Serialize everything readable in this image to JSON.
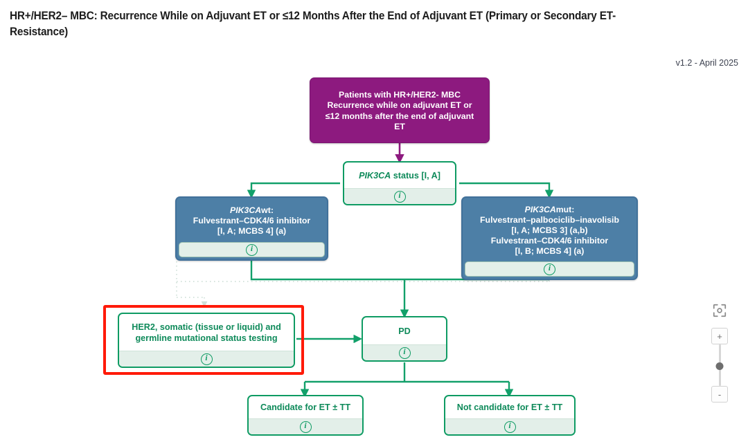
{
  "header": {
    "title": "HR+/HER2– MBC: Recurrence While on Adjuvant ET or ≤12 Months After the End of Adjuvant ET (Primary or Secondary ET-Resistance)",
    "version": "v1.2 - April 2025"
  },
  "colors": {
    "purple": "#8d1a7f",
    "blue": "#4d7fa6",
    "green": "#0e9b63",
    "green_text": "#0e8a5a",
    "selection_red": "#ff1a08",
    "edge_green": "#12a06a",
    "edge_purple": "#8d1a7f",
    "edge_dotted": "#c9ddd4"
  },
  "nodes": {
    "root": {
      "id": "patients-hr-her2-mbc",
      "type": "purple",
      "lines": [
        "Patients with HR+/HER2- MBC",
        "Recurrence while on adjuvant ET or",
        "≤12 months after the end of adjuvant",
        "ET"
      ],
      "has_info": false
    },
    "pik3ca_status": {
      "id": "pik3ca-status",
      "type": "green",
      "text_italic": "PIK3CA",
      "text_rest": " status [I, A]",
      "has_info": true,
      "info_label": "i"
    },
    "pik3ca_wt": {
      "id": "pik3ca-wt-treatment",
      "type": "blue",
      "italic_prefix": "PIK3CA",
      "lines": [
        "wt:",
        "Fulvestrant–CDK4/6 inhibitor",
        "[I, A; MCBS 4] (a)"
      ],
      "has_info": true,
      "info_label": "i"
    },
    "pik3ca_mut": {
      "id": "pik3ca-mut-treatment",
      "type": "blue",
      "italic_prefix": "PIK3CA",
      "lines": [
        "mut:",
        "Fulvestrant–palbociclib–inavolisib",
        "[I, A; MCBS 3] (a,b)",
        "Fulvestrant–CDK4/6 inhibitor",
        "[I, B; MCBS 4] (a)"
      ],
      "has_info": true,
      "info_label": "i"
    },
    "her2_testing": {
      "id": "her2-mutational-status-testing",
      "type": "green",
      "selected": true,
      "lines": [
        "HER2, somatic (tissue or liquid) and",
        "germline mutational status testing"
      ],
      "has_info": true,
      "info_label": "i"
    },
    "pd": {
      "id": "progressive-disease",
      "type": "green",
      "lines": [
        "PD"
      ],
      "has_info": true,
      "info_label": "i"
    },
    "candidate": {
      "id": "candidate-for-et-tt",
      "type": "green",
      "lines": [
        "Candidate for ET ± TT"
      ],
      "has_info": true,
      "info_label": "i"
    },
    "not_candidate": {
      "id": "not-candidate-for-et-tt",
      "type": "green",
      "lines": [
        "Not candidate for ET ± TT"
      ],
      "has_info": true,
      "info_label": "i"
    }
  },
  "zoom_controls": {
    "fit_icon": "fit-to-screen-icon",
    "zoom_in_label": "+",
    "zoom_out_label": "-",
    "slider_value": 50
  }
}
